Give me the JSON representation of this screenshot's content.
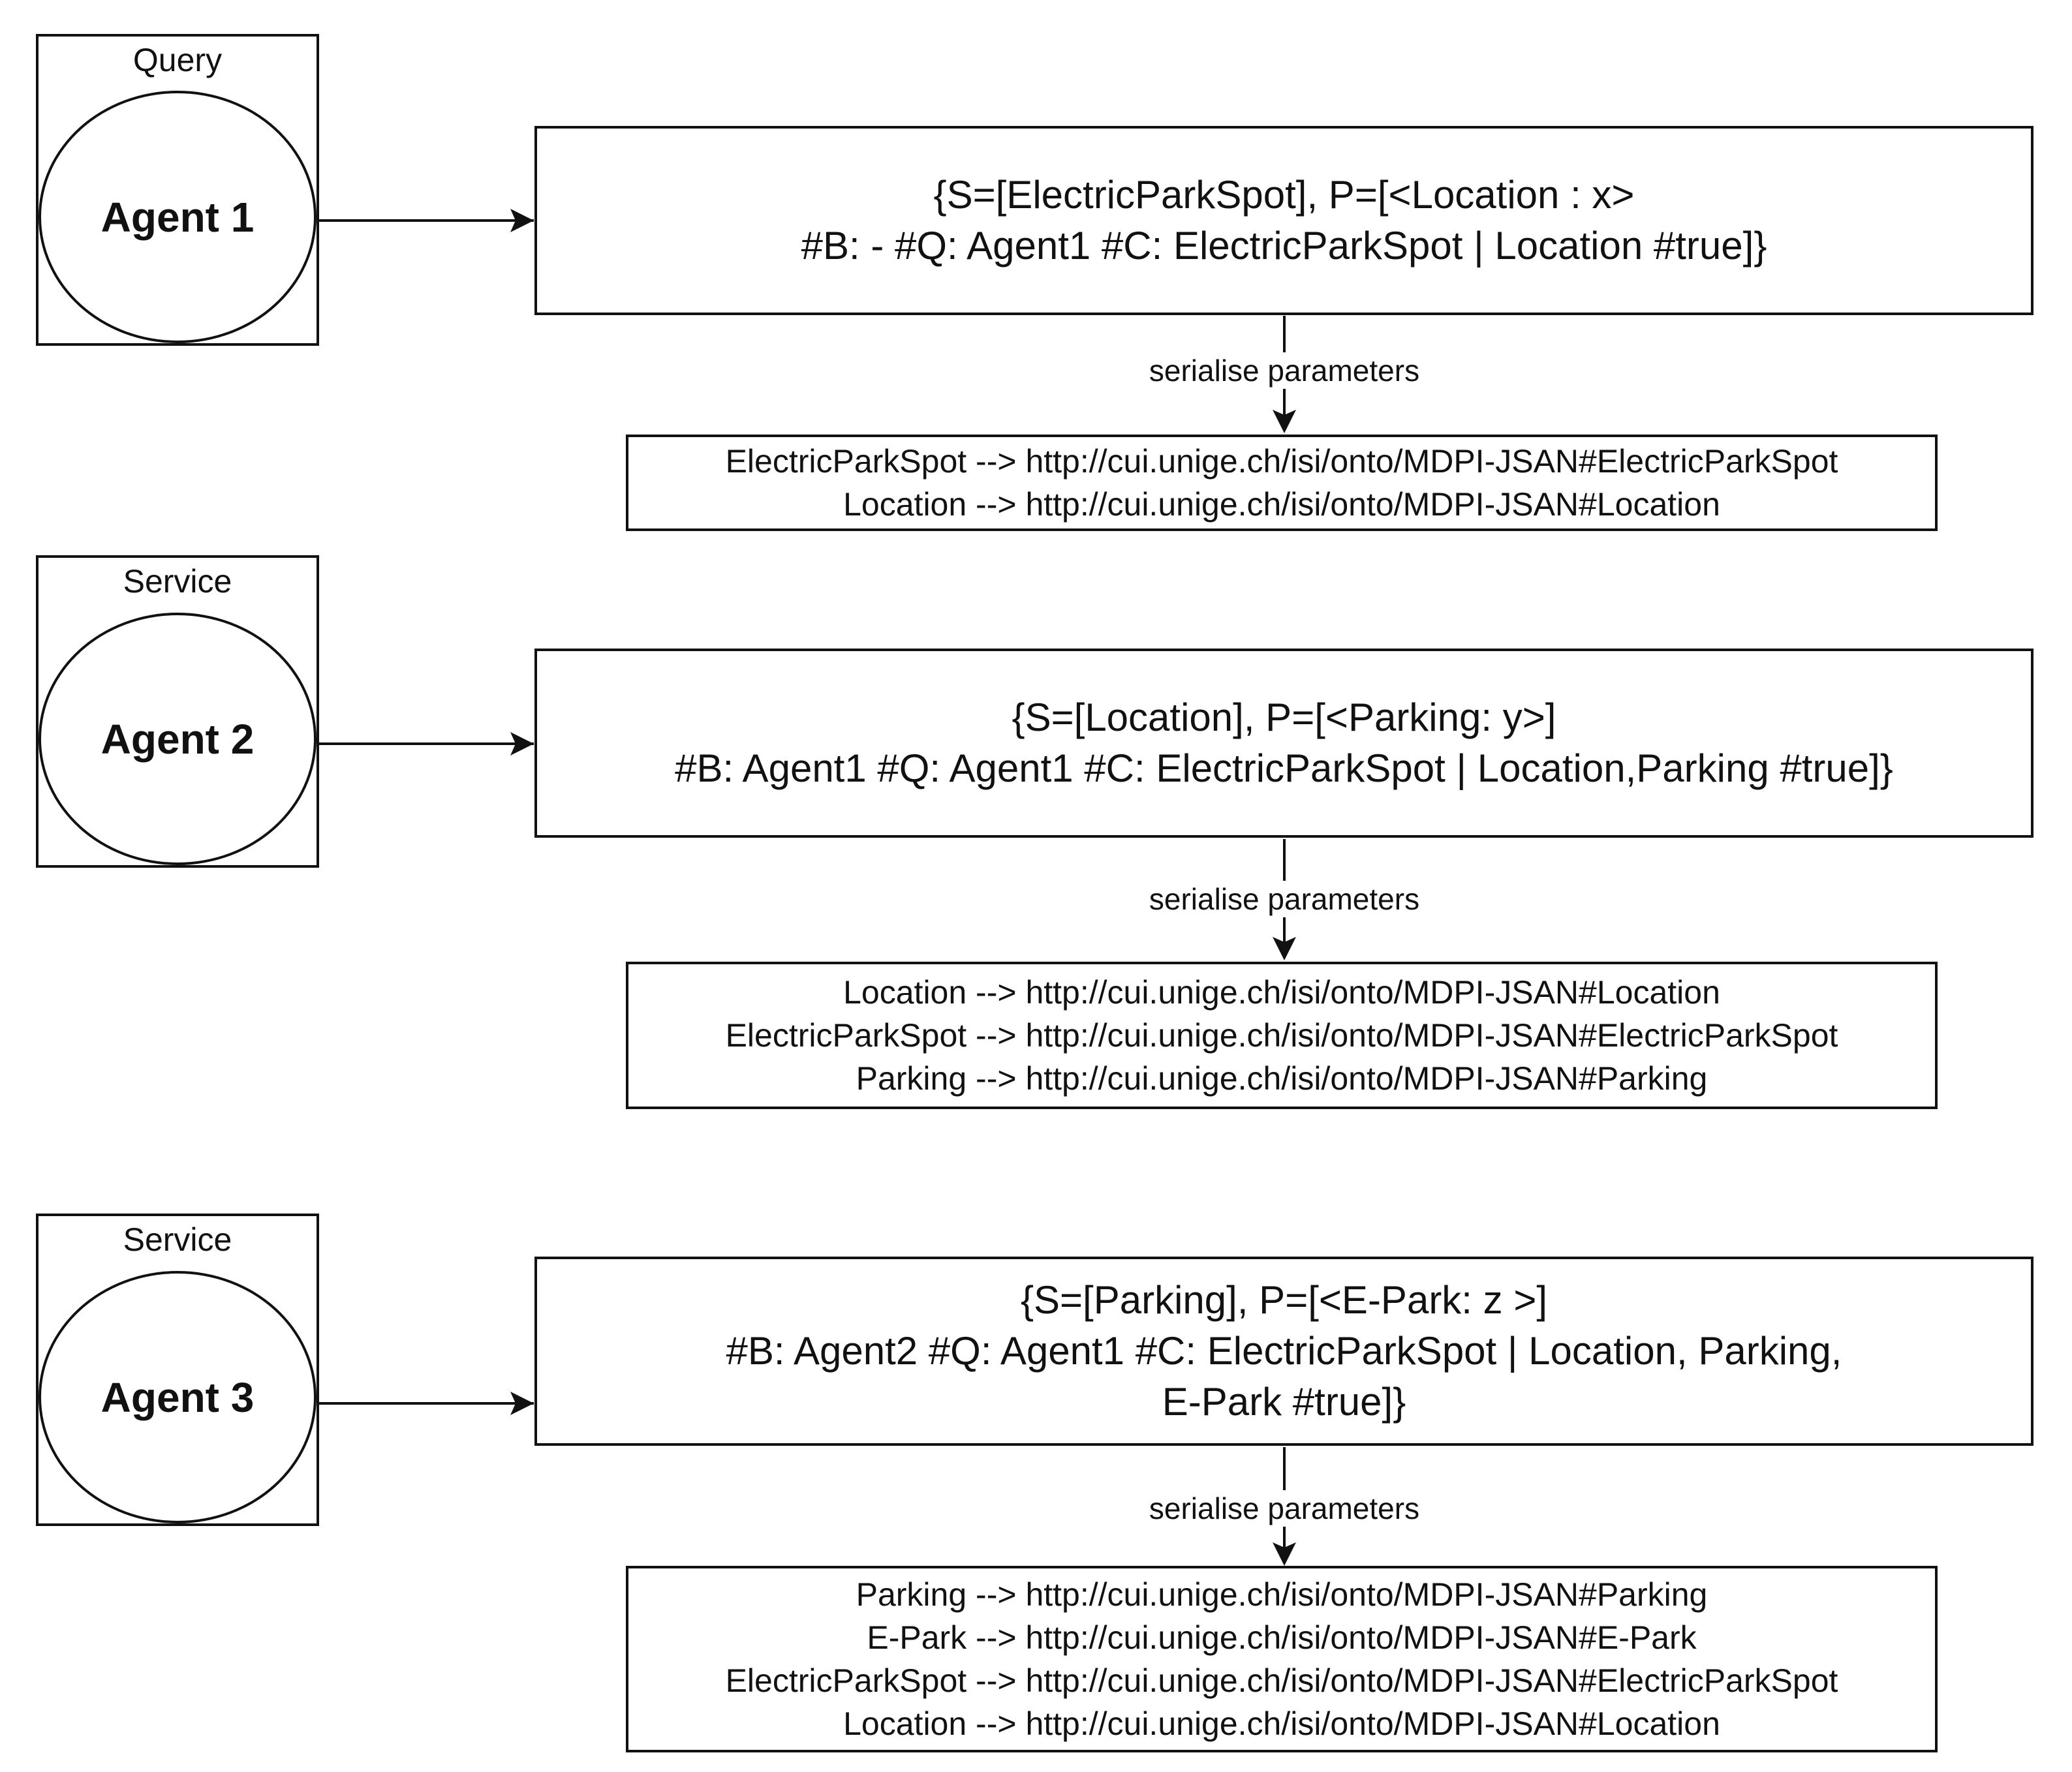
{
  "agents": [
    {
      "role": "Query",
      "name": "Agent 1",
      "message_lines": [
        "{S=[ElectricParkSpot], P=[<Location : x>",
        "#B: - #Q: Agent1 #C: ElectricParkSpot | Location #true]}"
      ],
      "edge_label": "serialise parameters",
      "mappings": [
        "ElectricParkSpot --> http://cui.unige.ch/isi/onto/MDPI-JSAN#ElectricParkSpot",
        "Location --> http://cui.unige.ch/isi/onto/MDPI-JSAN#Location"
      ]
    },
    {
      "role": "Service",
      "name": "Agent 2",
      "message_lines": [
        "{S=[Location], P=[<Parking: y>]",
        "#B: Agent1 #Q: Agent1 #C: ElectricParkSpot | Location,Parking #true]}"
      ],
      "edge_label": "serialise parameters",
      "mappings": [
        "Location --> http://cui.unige.ch/isi/onto/MDPI-JSAN#Location",
        "ElectricParkSpot --> http://cui.unige.ch/isi/onto/MDPI-JSAN#ElectricParkSpot",
        "Parking --> http://cui.unige.ch/isi/onto/MDPI-JSAN#Parking"
      ]
    },
    {
      "role": "Service",
      "name": "Agent 3",
      "message_lines": [
        "{S=[Parking], P=[<E-Park: z >]",
        "#B: Agent2 #Q: Agent1 #C: ElectricParkSpot | Location, Parking,",
        "E-Park #true]}"
      ],
      "edge_label": "serialise parameters",
      "mappings": [
        "Parking --> http://cui.unige.ch/isi/onto/MDPI-JSAN#Parking",
        "E-Park --> http://cui.unige.ch/isi/onto/MDPI-JSAN#E-Park",
        "ElectricParkSpot --> http://cui.unige.ch/isi/onto/MDPI-JSAN#ElectricParkSpot",
        "Location --> http://cui.unige.ch/isi/onto/MDPI-JSAN#Location"
      ]
    }
  ]
}
